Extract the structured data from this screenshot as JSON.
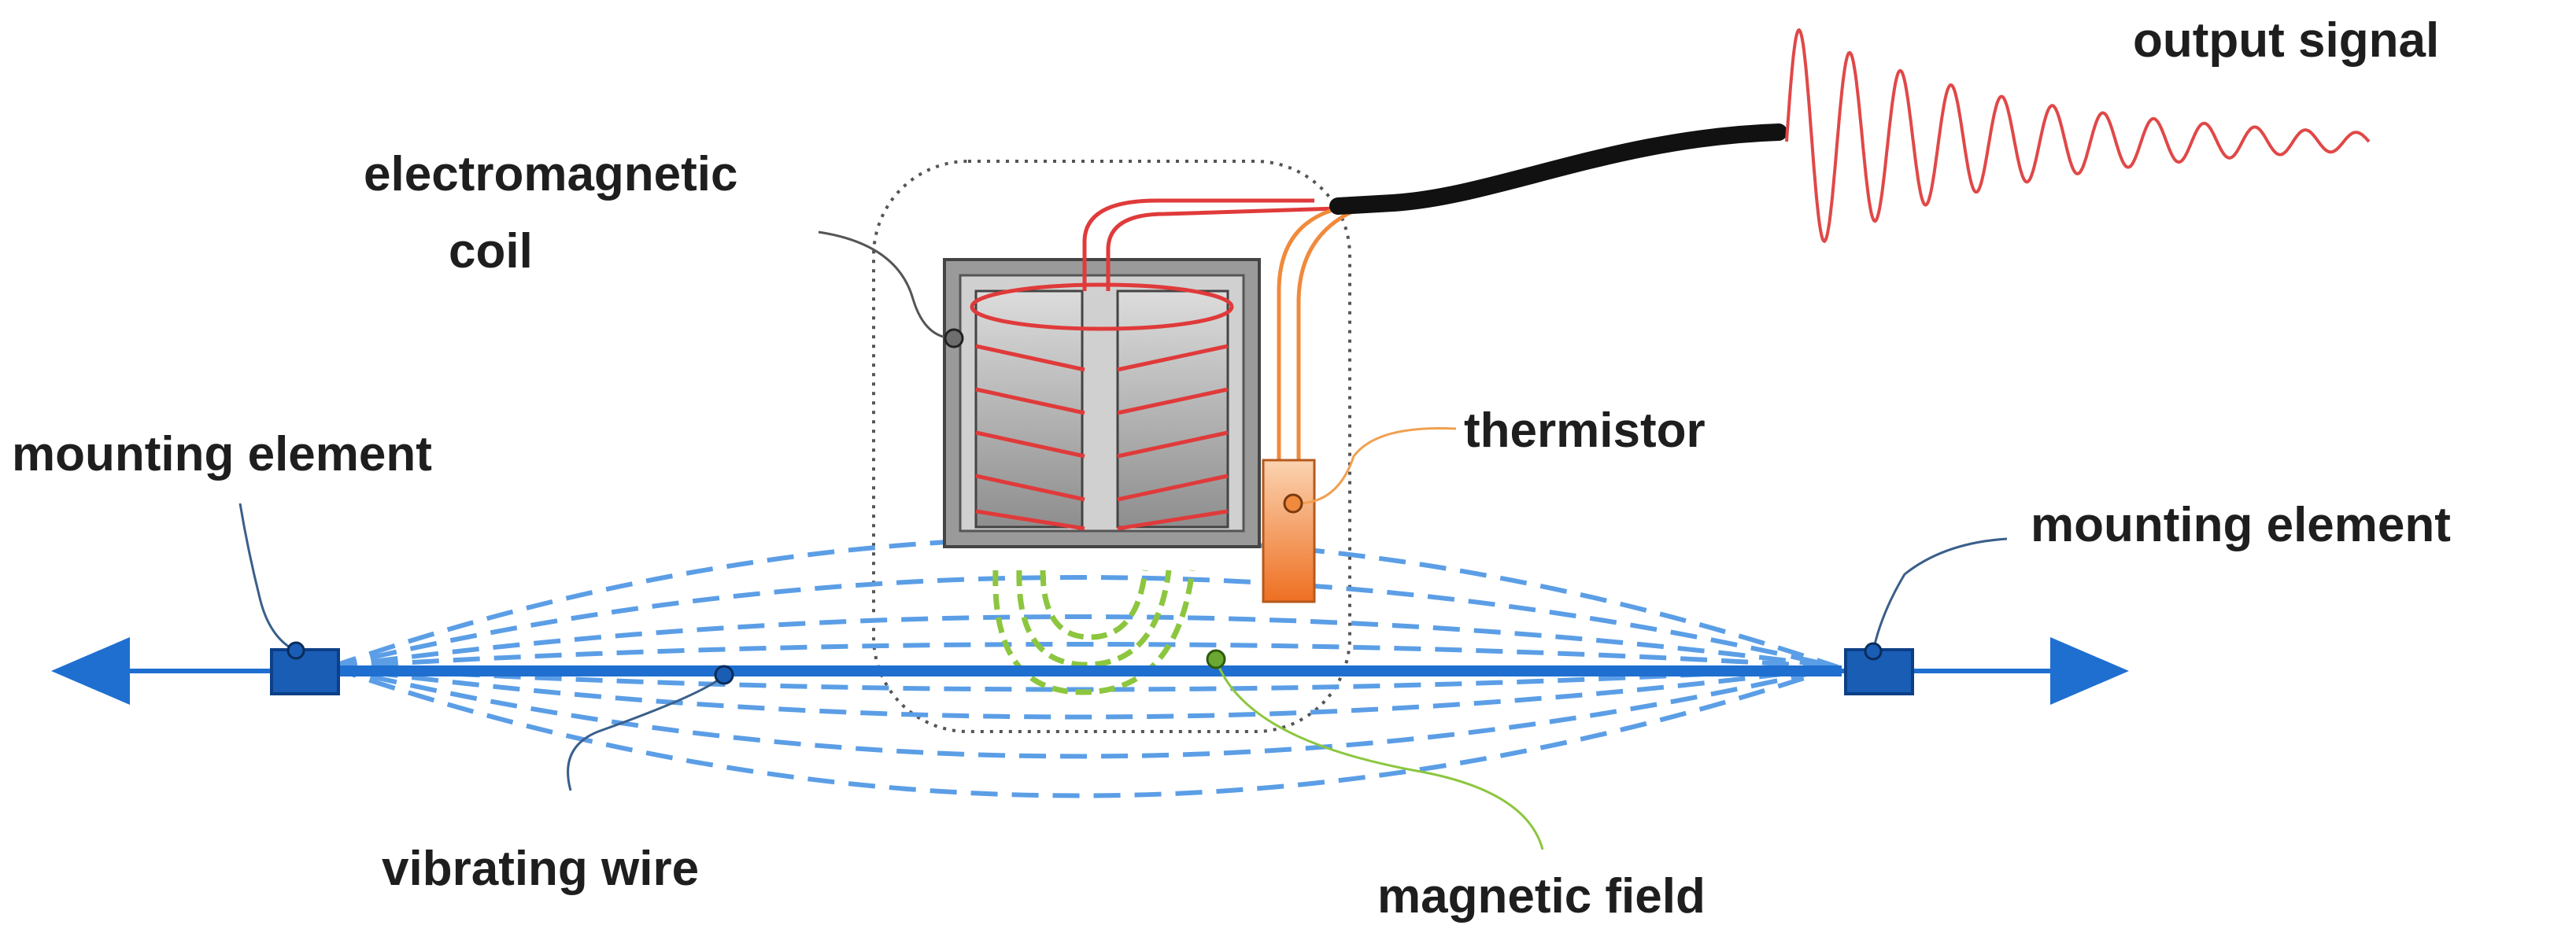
{
  "labels": {
    "output_signal": "output signal",
    "electromagnetic_line1": "electromagnetic",
    "electromagnetic_line2": "coil",
    "thermistor": "thermistor",
    "mounting_left": "mounting element",
    "mounting_right": "mounting element",
    "vibrating_wire": "vibrating wire",
    "magnetic_field": "magnetic field"
  },
  "colors": {
    "wire_blue": "#1f6fd0",
    "field_blue": "#5b9ee6",
    "coil_red": "#e03a3a",
    "signal_red": "#e04848",
    "thermistor_orange": "#f08a3c",
    "magnetic_green": "#8cc63f",
    "cable_black": "#111111",
    "coil_core_gray": "#b8b8b8"
  }
}
